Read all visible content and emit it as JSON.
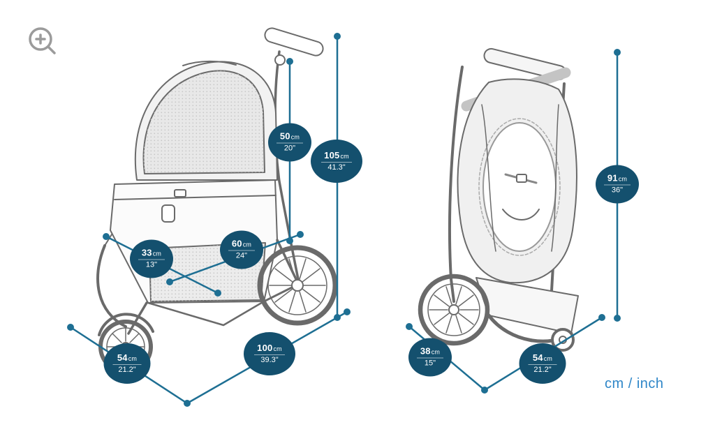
{
  "page": {
    "unit_label": "cm / inch"
  },
  "colors": {
    "badge_fill": "#14506E",
    "dimension_line": "#1E6F93",
    "unit_label_text": "#2E86C8"
  },
  "open_view": {
    "measurements": [
      {
        "value": "50",
        "unit": "cm",
        "inch": "20\""
      },
      {
        "value": "105",
        "unit": "cm",
        "inch": "41.3\""
      },
      {
        "value": "33",
        "unit": "cm",
        "inch": "13\""
      },
      {
        "value": "60",
        "unit": "cm",
        "inch": "24\""
      },
      {
        "value": "100",
        "unit": "cm",
        "inch": "39.3\""
      },
      {
        "value": "54",
        "unit": "cm",
        "inch": "21.2\""
      }
    ]
  },
  "folded_view": {
    "measurements": [
      {
        "value": "91",
        "unit": "cm",
        "inch": "36\""
      },
      {
        "value": "38",
        "unit": "cm",
        "inch": "15\""
      },
      {
        "value": "54",
        "unit": "cm",
        "inch": "21.2\""
      }
    ]
  }
}
